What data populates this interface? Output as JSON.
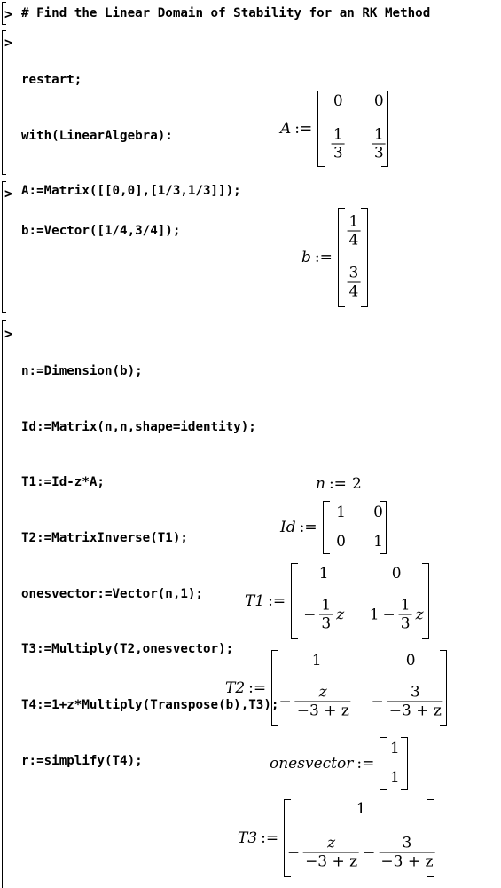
{
  "prompt_symbol": ">",
  "comment": "# Find the Linear Domain of Stability for an RK Method",
  "cells": [
    {
      "input_lines": [
        "restart;",
        "with(LinearAlgebra):",
        "A:=Matrix([[0,0],[1/3,1/3]]);"
      ]
    },
    {
      "input_lines": [
        "b:=Vector([1/4,3/4]);"
      ]
    },
    {
      "input_lines": [
        "n:=Dimension(b);",
        "Id:=Matrix(n,n,shape=identity);",
        "T1:=Id-z*A;",
        "T2:=MatrixInverse(T1);",
        "onesvector:=Vector(n,1);",
        "T3:=Multiply(T2,onesvector);",
        "T4:=1+z*Multiply(Transpose(b),T3);",
        "r:=simplify(T4);"
      ]
    }
  ],
  "outputs": {
    "assign_op": ":=",
    "A": {
      "name": "A",
      "r0": [
        "0",
        "0"
      ],
      "r1_num": [
        "1",
        "1"
      ],
      "r1_den": [
        "3",
        "3"
      ]
    },
    "b": {
      "name": "b",
      "num": [
        "1",
        "3"
      ],
      "den": [
        "4",
        "4"
      ]
    },
    "n": {
      "name": "n",
      "value": "2"
    },
    "Id": {
      "name": "Id",
      "r0": [
        "1",
        "0"
      ],
      "r1": [
        "0",
        "1"
      ]
    },
    "T1": {
      "name": "T1",
      "r0": [
        "1",
        "0"
      ],
      "r1c0_minus": "−",
      "r1c0_num": "1",
      "r1c0_den": "3",
      "r1c0_var": "z",
      "r1c1_lead": "1",
      "r1c1_minus": "−",
      "r1c1_num": "1",
      "r1c1_den": "3",
      "r1c1_var": "z"
    },
    "T2": {
      "name": "T2",
      "r0": [
        "1",
        "0"
      ],
      "r1c0_minus": "−",
      "r1c0_num": "z",
      "r1c0_den": "−3 + z",
      "r1c1_minus": "−",
      "r1c1_num": "3",
      "r1c1_den": "−3 + z"
    },
    "onesvector": {
      "name": "onesvector",
      "values": [
        "1",
        "1"
      ]
    },
    "T3": {
      "name": "T3",
      "r0": "1",
      "r1_minus1": "−",
      "r1_num1": "z",
      "r1_den1": "−3 + z",
      "r1_minus2": "−",
      "r1_num2": "3",
      "r1_den2": "−3 + z"
    }
  }
}
